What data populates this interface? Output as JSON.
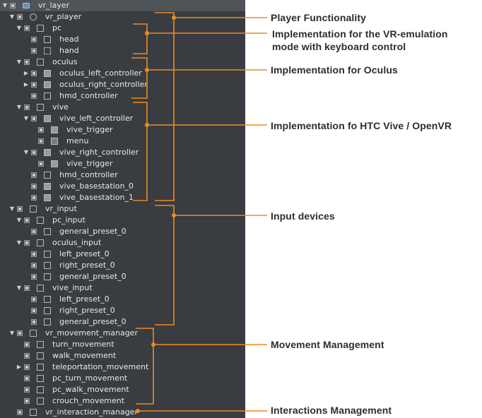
{
  "tree": {
    "rows": [
      {
        "label": "vr_layer",
        "depth": 0,
        "arrow": "down",
        "icon": "layer-icon",
        "selected": true
      },
      {
        "label": "vr_player",
        "depth": 1,
        "arrow": "down",
        "icon": "player-icon"
      },
      {
        "label": "pc",
        "depth": 2,
        "arrow": "down",
        "icon": "empty"
      },
      {
        "label": "head",
        "depth": 3,
        "arrow": "",
        "icon": "empty"
      },
      {
        "label": "hand",
        "depth": 3,
        "arrow": "",
        "icon": "wire"
      },
      {
        "label": "oculus",
        "depth": 2,
        "arrow": "down",
        "icon": "empty"
      },
      {
        "label": "oculus_left_controller",
        "depth": 3,
        "arrow": "right",
        "icon": "filled"
      },
      {
        "label": "oculus_right_controller",
        "depth": 3,
        "arrow": "right",
        "icon": "filled"
      },
      {
        "label": "hmd_controller",
        "depth": 3,
        "arrow": "",
        "icon": "empty"
      },
      {
        "label": "vive",
        "depth": 2,
        "arrow": "down",
        "icon": "empty"
      },
      {
        "label": "vive_left_controller",
        "depth": 3,
        "arrow": "down",
        "icon": "filled"
      },
      {
        "label": "vive_trigger",
        "depth": 4,
        "arrow": "",
        "icon": "filled"
      },
      {
        "label": "menu",
        "depth": 4,
        "arrow": "",
        "icon": "image"
      },
      {
        "label": "vive_right_controller",
        "depth": 3,
        "arrow": "down",
        "icon": "filled"
      },
      {
        "label": "vive_trigger",
        "depth": 4,
        "arrow": "",
        "icon": "filled"
      },
      {
        "label": "hmd_controller",
        "depth": 3,
        "arrow": "",
        "icon": "empty"
      },
      {
        "label": "vive_basestation_0",
        "depth": 3,
        "arrow": "",
        "icon": "filled"
      },
      {
        "label": "vive_basestation_1",
        "depth": 3,
        "arrow": "",
        "icon": "filled"
      },
      {
        "label": "vr_input",
        "depth": 1,
        "arrow": "down",
        "icon": "empty"
      },
      {
        "label": "pc_input",
        "depth": 2,
        "arrow": "down",
        "icon": "empty"
      },
      {
        "label": "general_preset_0",
        "depth": 3,
        "arrow": "",
        "icon": "empty"
      },
      {
        "label": "oculus_input",
        "depth": 2,
        "arrow": "down",
        "icon": "empty"
      },
      {
        "label": "left_preset_0",
        "depth": 3,
        "arrow": "",
        "icon": "empty"
      },
      {
        "label": "right_preset_0",
        "depth": 3,
        "arrow": "",
        "icon": "empty"
      },
      {
        "label": "general_preset_0",
        "depth": 3,
        "arrow": "",
        "icon": "empty"
      },
      {
        "label": "vive_input",
        "depth": 2,
        "arrow": "down",
        "icon": "empty"
      },
      {
        "label": "left_preset_0",
        "depth": 3,
        "arrow": "",
        "icon": "empty"
      },
      {
        "label": "right_preset_0",
        "depth": 3,
        "arrow": "",
        "icon": "empty"
      },
      {
        "label": "general_preset_0",
        "depth": 3,
        "arrow": "",
        "icon": "empty"
      },
      {
        "label": "vr_movement_manager",
        "depth": 1,
        "arrow": "down",
        "icon": "empty"
      },
      {
        "label": "turn_movement",
        "depth": 2,
        "arrow": "",
        "icon": "empty"
      },
      {
        "label": "walk_movement",
        "depth": 2,
        "arrow": "",
        "icon": "empty"
      },
      {
        "label": "teleportation_movement",
        "depth": 2,
        "arrow": "right",
        "icon": "empty"
      },
      {
        "label": "pc_turn_movement",
        "depth": 2,
        "arrow": "",
        "icon": "empty"
      },
      {
        "label": "pc_walk_movement",
        "depth": 2,
        "arrow": "",
        "icon": "empty"
      },
      {
        "label": "crouch_movement",
        "depth": 2,
        "arrow": "",
        "icon": "empty"
      },
      {
        "label": "vr_interaction_manager",
        "depth": 1,
        "arrow": "",
        "icon": "empty"
      }
    ]
  },
  "annotations": {
    "player": "Player Functionality",
    "pc_line1": "Implementation for the VR-emulation",
    "pc_line2": "mode with keyboard control",
    "oculus": "Implementation for Oculus",
    "vive": "Implementation fo HTC Vive / OpenVR",
    "input": "Input devices",
    "movement": "Movement Management",
    "interaction": "Interactions Management"
  },
  "colors": {
    "panel_bg": "#393c40",
    "selected_row": "#4f5459",
    "tree_text": "#e8e8e8",
    "accent_orange": "#f08a24",
    "annotation_text": "#2d2d2d"
  }
}
